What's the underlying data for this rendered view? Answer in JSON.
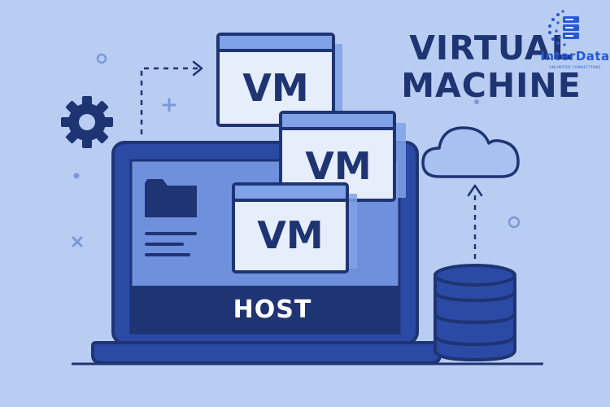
{
  "title": {
    "line1": "VIRTUAL",
    "line2": "MACHINE"
  },
  "vms": [
    {
      "label": "VM"
    },
    {
      "label": "VM"
    },
    {
      "label": "VM"
    }
  ],
  "host": {
    "label": "HOST"
  },
  "logo": {
    "name": "InterData",
    "tagline": "UNLIMITED CONNECTIONS"
  },
  "colors": {
    "background": "#b9cdf2",
    "navy": "#1f3473",
    "royal_blue": "#2b4aa6",
    "screen_blue": "#6f90dc",
    "window_light": "#e6eefc",
    "window_bar": "#7fa2e8",
    "cloud": "#a9c1f0",
    "logo_blue": "#2659d6"
  },
  "icons": [
    "gear-icon",
    "folder-icon",
    "cloud-icon",
    "database-icon",
    "plus-icon",
    "cross-icon",
    "arrow-right-icon",
    "arrow-up-icon"
  ]
}
